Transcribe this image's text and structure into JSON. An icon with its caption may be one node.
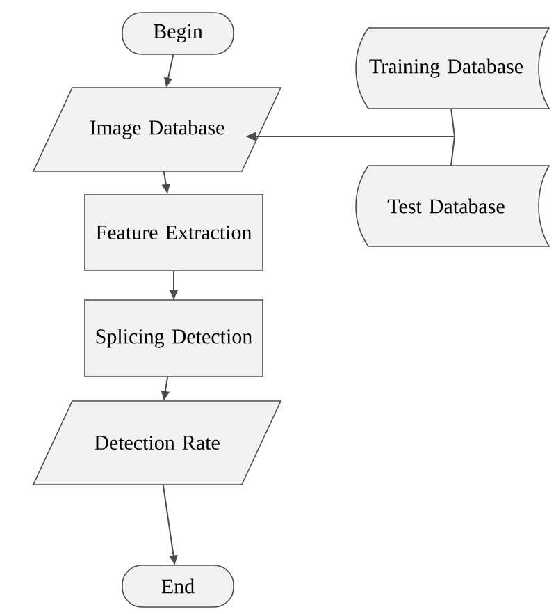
{
  "diagram": {
    "nodes": [
      {
        "text": [
          "Begin"
        ]
      },
      {
        "text": [
          "Image Database"
        ]
      },
      {
        "text": [
          "Feature Extraction"
        ]
      },
      {
        "text": [
          "Splicing Detection"
        ]
      },
      {
        "text": [
          "Detection Rate"
        ]
      },
      {
        "text": [
          "End"
        ]
      },
      {
        "text": [
          "Training Database"
        ]
      },
      {
        "text": [
          "Test Database"
        ]
      }
    ],
    "edges": [
      {
        "from": 0,
        "to": 1,
        "arrow": "to"
      },
      {
        "from": 1,
        "to": 2,
        "arrow": "to"
      },
      {
        "from": 2,
        "to": 3,
        "arrow": "to"
      },
      {
        "from": 3,
        "to": 4,
        "arrow": "to"
      },
      {
        "from": 4,
        "to": 5,
        "arrow": "to"
      },
      {
        "from": 6,
        "to": 1,
        "arrow": "to"
      },
      {
        "from": 7,
        "to": 1,
        "arrow": "to"
      }
    ]
  }
}
